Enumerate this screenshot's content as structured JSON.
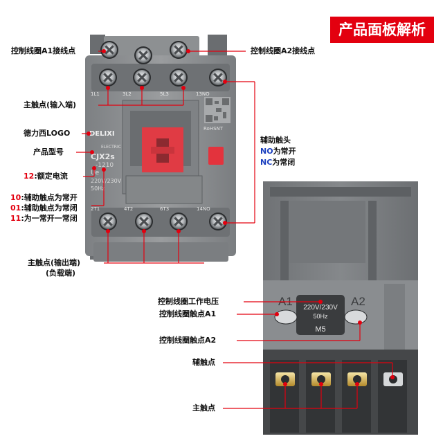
{
  "banner": "产品面板解析",
  "front": {
    "top_terminals": [
      "1L1",
      "3L2",
      "5L3",
      "13NO"
    ],
    "bottom_terminals": [
      "2T1",
      "4T2",
      "6T3",
      "14NO"
    ],
    "brand": "DELIXI",
    "brand_sub": "ELECTRIC",
    "model": "CJX2s",
    "model_code": "-1210",
    "ue_label": "Ue",
    "voltage": "220V/230V",
    "freq": "50Hz",
    "qr_text": "RoHSNT"
  },
  "labels": {
    "a1_terminal": "控制线圈A1接线点",
    "a2_terminal": "控制线圈A2接线点",
    "main_input": "主触点(输入端)",
    "logo": "德力西LOGO",
    "model": "产品型号",
    "rated_current_num": "12",
    "rated_current": ":额定电流",
    "aux_no_num": "10",
    "aux_no": ":辅助触点为常开",
    "aux_nc_num": "01",
    "aux_nc": ":辅助触点为常闭",
    "aux_mix_num": "11",
    "aux_mix": ":为一常开一常闭",
    "main_output": "主触点(输出端)",
    "main_output_sub": "(负载端)",
    "aux_head": "辅助触头",
    "no_code": "NO",
    "no_text": "为常开",
    "nc_code": "NC",
    "nc_text": "为常闭",
    "coil_voltage": "控制线圈工作电压",
    "coil_a1": "控制线圈触点A1",
    "coil_a2": "控制线圈触点A2",
    "aux_contact": "辅触点",
    "main_contact": "主触点"
  },
  "side": {
    "a1": "A1",
    "a2": "A2",
    "voltage": "220V/230V",
    "freq": "50Hz",
    "code": "M5"
  },
  "colors": {
    "accent": "#e3000f",
    "body": "#8a8c8e",
    "red_part": "#e8414a"
  }
}
